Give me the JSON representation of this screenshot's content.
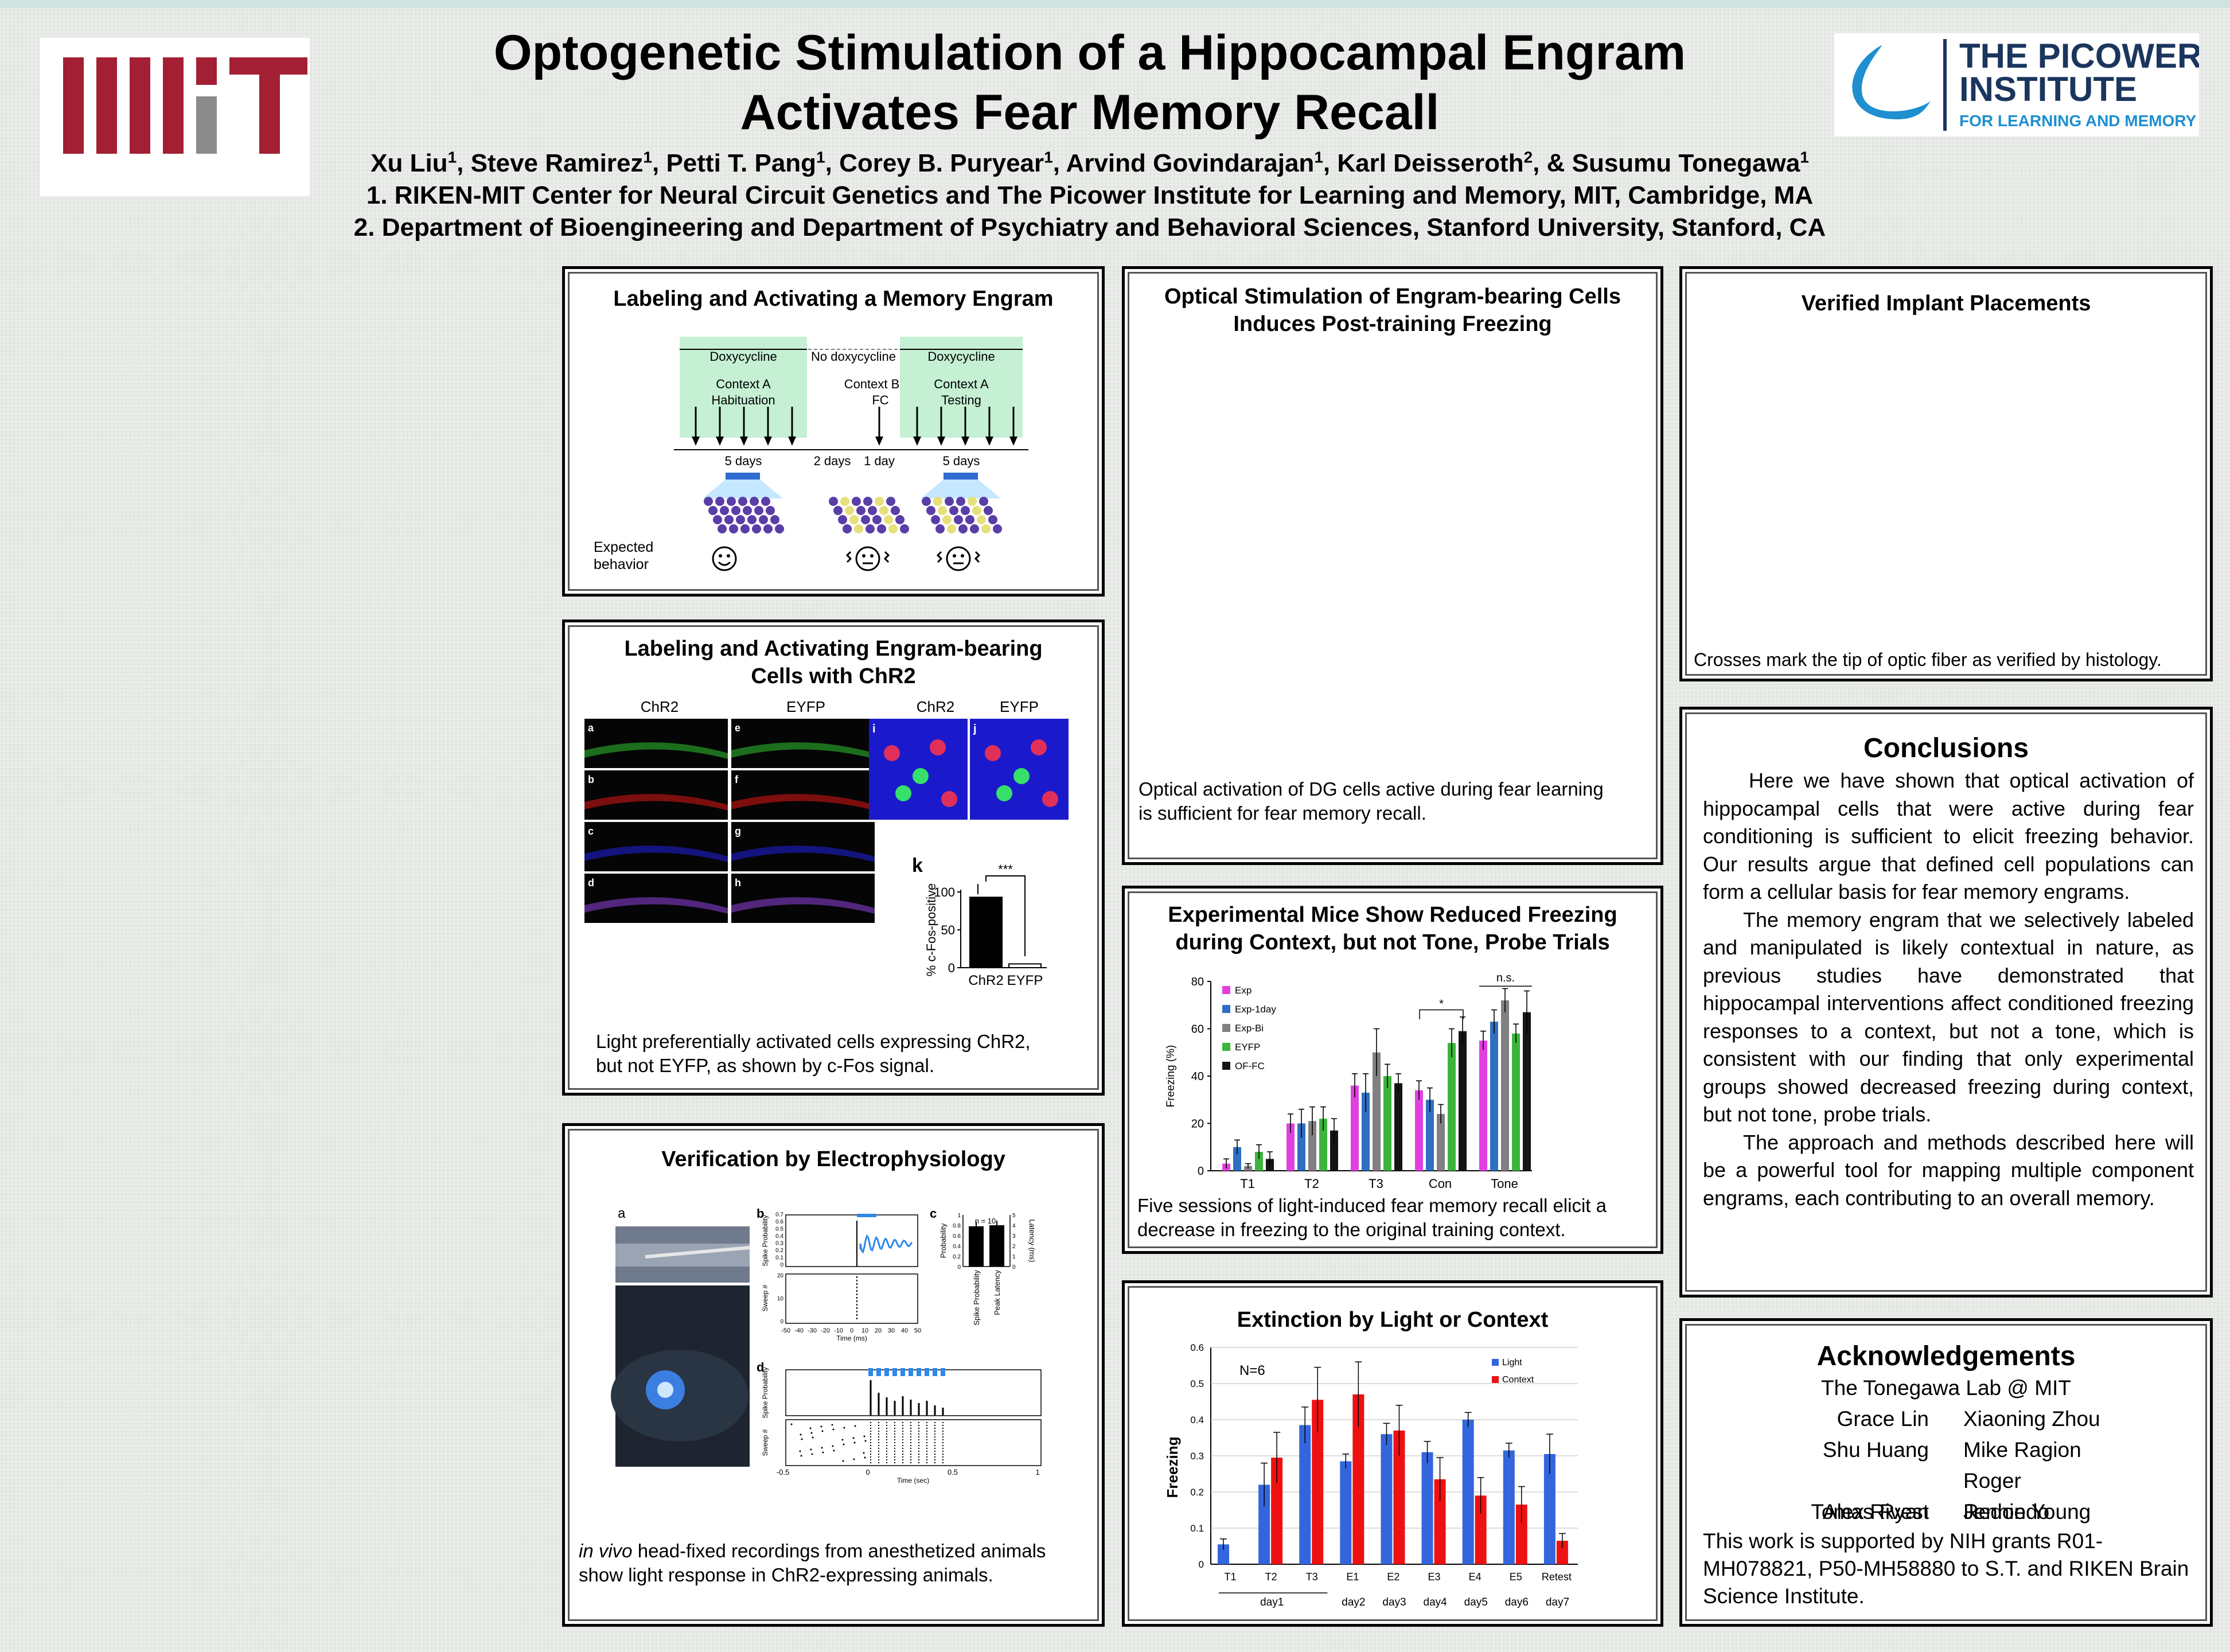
{
  "header": {
    "title_line1": "Optogenetic Stimulation of a Hippocampal Engram",
    "title_line2": "Activates Fear Memory Recall",
    "authors": [
      {
        "name": "Xu Liu",
        "aff": "1",
        "sep": ", "
      },
      {
        "name": "Steve Ramirez",
        "aff": "1",
        "sep": ", "
      },
      {
        "name": "Petti T. Pang",
        "aff": "1",
        "sep": ", "
      },
      {
        "name": "Corey B. Puryear",
        "aff": "1",
        "sep": ", "
      },
      {
        "name": "Arvind Govindarajan",
        "aff": "1",
        "sep": ", "
      },
      {
        "name": "Karl Deisseroth",
        "aff": "2",
        "sep": ", & "
      },
      {
        "name": "Susumu Tonegawa",
        "aff": "1",
        "sep": ""
      }
    ],
    "affiliation1": "1. RIKEN-MIT Center for Neural Circuit Genetics and The Picower Institute for Learning and Memory, MIT, Cambridge, MA",
    "affiliation2": "2. Department of Bioengineering and Department of Psychiatry and Behavioral Sciences, Stanford University, Stanford, CA"
  },
  "logos": {
    "mit_text": "MIT",
    "picower_line1": "THE PICOWER",
    "picower_line2": "INSTITUTE",
    "picower_line3": "FOR LEARNING AND MEMORY",
    "mit_red": "#a31f34",
    "mit_gray": "#8a8b8c",
    "picower_blue": "#1e8fd0",
    "picower_navy": "#1b365d"
  },
  "panel_engram": {
    "title": "Labeling and Activating a Memory Engram",
    "phases": [
      {
        "drug": "Doxycycline",
        "context": "Context A",
        "session": "Habituation",
        "duration": "5 days"
      },
      {
        "drug": "No doxycycline",
        "context": "Context B",
        "session": "FC",
        "duration": "2 days",
        "duration2": "1 day"
      },
      {
        "drug": "Doxycycline",
        "context": "Context A",
        "session": "Testing",
        "duration": "5 days"
      }
    ],
    "expected_label_1": "Expected",
    "expected_label_2": "behavior",
    "green": "#c5f0d4",
    "purple": "#5a3ea8"
  },
  "panel_chr2": {
    "title_line1": "Labeling and Activating Engram-bearing",
    "title_line2": "Cells with ChR2",
    "col_labels": [
      "ChR2",
      "EYFP",
      "ChR2",
      "EYFP"
    ],
    "panel_letters": [
      "a",
      "b",
      "c",
      "d",
      "e",
      "f",
      "g",
      "h",
      "i",
      "j",
      "k"
    ],
    "bar_chart": {
      "ylabel": "% c-Fos-positive",
      "yticks": [
        "0",
        "50",
        "100"
      ],
      "categories": [
        "ChR2",
        "EYFP"
      ],
      "values": [
        93,
        5
      ],
      "sig": "***"
    },
    "caption_line1": "Light preferentially activated cells expressing ChR2,",
    "caption_line2": "but not EYFP, as shown by c-Fos signal."
  },
  "panel_ephys": {
    "title": "Verification by Electrophysiology",
    "letters": [
      "a",
      "b",
      "c",
      "d"
    ],
    "b_ylabel_top": "Spike Probability",
    "b_yticks_top": [
      "0",
      "0.1",
      "0.2",
      "0.3",
      "0.4",
      "0.5",
      "0.6",
      "0.7"
    ],
    "b_ylabel_bottom": "Sweep #",
    "b_yticks_bottom": [
      "0",
      "10",
      "20"
    ],
    "b_xticks": [
      "-50",
      "-40",
      "-30",
      "-20",
      "-10",
      "0",
      "10",
      "20",
      "30",
      "40",
      "50"
    ],
    "b_xlabel": "Time (ms)",
    "c_n": "n = 10",
    "c_ylabel_left": "Probability",
    "c_ylabel_right": "Latency (ms)",
    "c_yticks_left": [
      "0",
      "0.2",
      "0.4",
      "0.6",
      "0.8",
      "1"
    ],
    "c_yticks_right": [
      "0",
      "1",
      "2",
      "3",
      "4",
      "5"
    ],
    "c_cats": [
      "Spike Probability",
      "Peak Latency"
    ],
    "d_ylabel_top": "Spike Probability",
    "d_ylabel_bottom": "Sweep #",
    "d_xticks": [
      "-0.5",
      "0",
      "0.5",
      "1"
    ],
    "d_xlabel": "Time (sec)",
    "caption_italic": "in vivo",
    "caption_rest": " head-fixed recordings from anesthetized animals",
    "caption_line2": "show light response in ChR2-expressing animals."
  },
  "panel_optical": {
    "title_line1": "Optical Stimulation of Engram-bearing Cells",
    "title_line2": "Induces Post-training Freezing",
    "caption_line1": "Optical activation of DG cells active during fear learning",
    "caption_line2": "is sufficient for fear memory recall."
  },
  "panel_reduced": {
    "title_line1": "Experimental Mice Show Reduced Freezing",
    "title_line2": "during Context, but not Tone, Probe Trials",
    "caption_line1": "Five sessions of light-induced fear memory recall elicit a",
    "caption_line2": "decrease in freezing to the original training context."
  },
  "panel_implant": {
    "title": "Verified Implant Placements",
    "caption": "Crosses mark the tip of optic fiber as verified by histology."
  },
  "panel_extinction": {
    "title": "Extinction by Light or Context"
  },
  "conclusions": {
    "title": "Conclusions",
    "p1": "Here we have shown that optical activation of hippocampal cells that were active during fear conditioning is sufficient to elicit freezing behavior. Our results argue that defined cell populations can form a cellular basis for fear memory engrams.",
    "p2": "The memory engram that we selectively labeled and manipulated is likely contextual in nature, as previous studies have demonstrated that hippocampal interventions affect conditioned freezing responses to a context, but not a tone, which is consistent with our finding that only experimental groups showed decreased freezing during context, but not tone, probe trials.",
    "p3": "The approach and methods described here will be a powerful tool for mapping multiple component engrams, each contributing to an overall memory."
  },
  "acknowledgements": {
    "title": "Acknowledgements",
    "lab": "The Tonegawa Lab @ MIT",
    "names": [
      [
        "Grace Lin",
        "Xiaoning Zhou"
      ],
      [
        "Shu Huang",
        "Mike Ragion"
      ],
      [
        "Tomas Ryan",
        "Roger Redondo"
      ],
      [
        "Alex Rivest",
        "Jennie Young"
      ]
    ],
    "funding": "This work is supported by NIH grants R01-MH078821, P50-MH58880 to S.T. and RIKEN Brain Science Institute."
  },
  "chart_data": [
    {
      "type": "bar",
      "ylabel": "Freezing (%)",
      "ylim": [
        0,
        80
      ],
      "yticks": [
        0,
        20,
        40,
        60,
        80
      ],
      "categories": [
        "T1",
        "T2",
        "T3",
        "Con",
        "Tone"
      ],
      "legend_position": "top-left",
      "series": [
        {
          "name": "Exp",
          "color": "#e040e0",
          "values": [
            3,
            20,
            36,
            34,
            55
          ],
          "err": [
            2,
            4,
            5,
            4,
            4
          ]
        },
        {
          "name": "Exp-1day",
          "color": "#2f6fbf",
          "values": [
            10,
            20,
            33,
            30,
            63
          ],
          "err": [
            3,
            6,
            8,
            5,
            5
          ]
        },
        {
          "name": "Exp-Bi",
          "color": "#808080",
          "values": [
            2,
            21,
            50,
            24,
            72
          ],
          "err": [
            1,
            6,
            10,
            4,
            5
          ]
        },
        {
          "name": "EYFP",
          "color": "#3cb43c",
          "values": [
            8,
            22,
            40,
            54,
            58
          ],
          "err": [
            3,
            5,
            5,
            6,
            4
          ]
        },
        {
          "name": "OF-FC",
          "color": "#151515",
          "values": [
            5,
            17,
            37,
            59,
            67
          ],
          "err": [
            3,
            5,
            4,
            6,
            9
          ]
        }
      ],
      "annotations": [
        "*",
        "n.s."
      ]
    },
    {
      "type": "bar",
      "ylabel": "Freezing",
      "ylim": [
        0,
        0.6
      ],
      "yticks": [
        0,
        0.1,
        0.2,
        0.3,
        0.4,
        0.5,
        0.6
      ],
      "categories": [
        "T1",
        "T2",
        "T3",
        "E1",
        "E2",
        "E3",
        "E4",
        "E5",
        "Retest"
      ],
      "day_labels": [
        "day1",
        "day2",
        "day3",
        "day4",
        "day5",
        "day6",
        "day7"
      ],
      "annotation": "N=6",
      "legend_position": "top-right",
      "series": [
        {
          "name": "Light",
          "color": "#3366dd",
          "values": [
            0.055,
            0.22,
            0.385,
            0.285,
            0.36,
            0.31,
            0.4,
            0.315,
            0.305
          ],
          "err": [
            0.015,
            0.06,
            0.05,
            0.02,
            0.03,
            0.03,
            0.02,
            0.02,
            0.055
          ]
        },
        {
          "name": "Context",
          "color": "#ee1111",
          "values": [
            0,
            0.295,
            0.455,
            0.47,
            0.37,
            0.235,
            0.19,
            0.165,
            0.065
          ],
          "err": [
            0,
            0.07,
            0.09,
            0.09,
            0.07,
            0.06,
            0.05,
            0.05,
            0.02
          ]
        }
      ]
    }
  ]
}
